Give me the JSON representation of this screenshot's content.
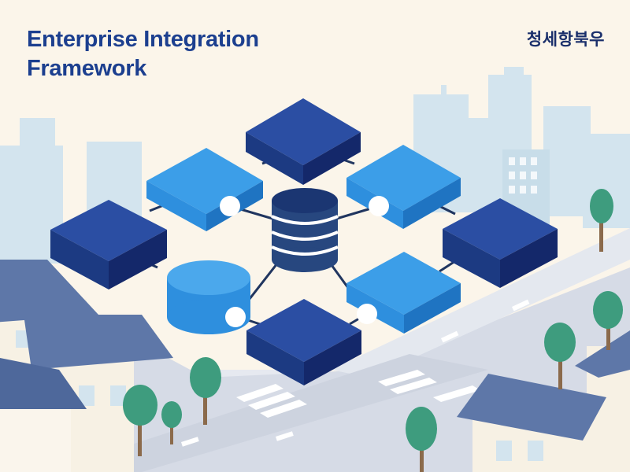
{
  "header": {
    "title_line1": "Enterprise Integration",
    "title_line2": "Framework",
    "brand": "청세항북우"
  },
  "colors": {
    "background": "#FBF5EA",
    "title": "#1C3F8F",
    "dark_block": "#1C3A82",
    "light_block": "#2E8FDE",
    "database": "#27477F",
    "connector": "#20355F",
    "node_dot": "#FFFFFF",
    "road": "#D6DBE6",
    "background_buildings": "#D3E4EE",
    "house_roof": "#5E77A8",
    "tree": "#3E9C7E"
  },
  "diagram": {
    "center": "database-icon",
    "blocks": [
      {
        "name": "block-top",
        "shade": "dark"
      },
      {
        "name": "block-upper-left",
        "shade": "light"
      },
      {
        "name": "block-upper-right",
        "shade": "light"
      },
      {
        "name": "block-left",
        "shade": "dark"
      },
      {
        "name": "block-right",
        "shade": "dark"
      },
      {
        "name": "cylinder-lower-left",
        "shade": "light"
      },
      {
        "name": "block-lower-right",
        "shade": "light"
      },
      {
        "name": "block-bottom",
        "shade": "dark"
      }
    ]
  }
}
